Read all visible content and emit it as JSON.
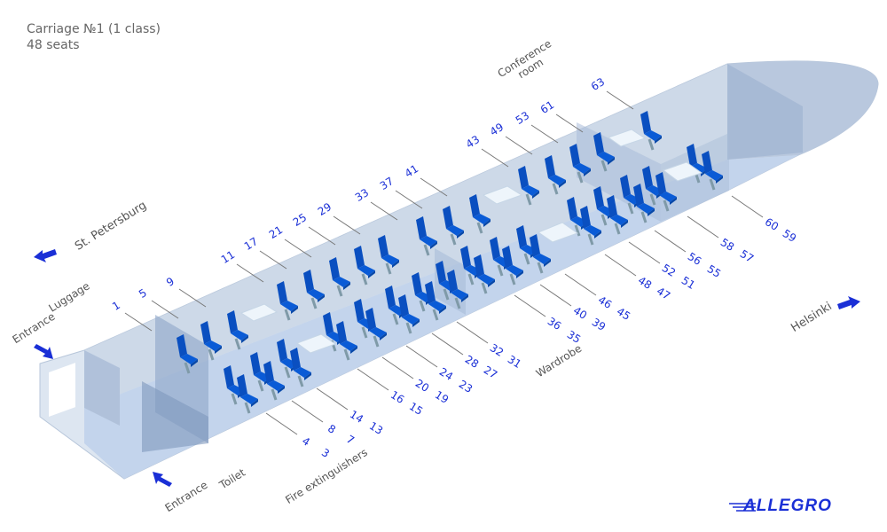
{
  "header": {
    "title": "Carriage №1 (1 class)",
    "seats": "48 seats"
  },
  "directions": {
    "left": "St. Petersburg",
    "right": "Helsinki"
  },
  "labels": {
    "luggage": "Luggage",
    "entrance_top": "Entrance",
    "entrance_bottom": "Entrance",
    "toilet": "Toilet",
    "fire": "Fire extinguishers",
    "wardrobe": "Wardrobe",
    "conference": "Conference room"
  },
  "seat_numbers": {
    "upper": [
      "11",
      "17",
      "21",
      "25",
      "29",
      "33",
      "37",
      "41",
      "43",
      "49",
      "53",
      "61",
      "63"
    ],
    "front": [
      "1",
      "5",
      "9"
    ],
    "lower": [
      "4",
      "3",
      "8",
      "7",
      "14",
      "13",
      "16",
      "15",
      "20",
      "19",
      "24",
      "23",
      "28",
      "27",
      "32",
      "31",
      "36",
      "35",
      "40",
      "39",
      "46",
      "45",
      "48",
      "47",
      "52",
      "51",
      "56",
      "55",
      "58",
      "57",
      "60",
      "59"
    ]
  },
  "logo": "ALLEGRO",
  "colors": {
    "seat": "#0a5bd6",
    "number": "#1a2fd6",
    "arrow": "#1a2fd6",
    "body": "#c9d6e8"
  }
}
